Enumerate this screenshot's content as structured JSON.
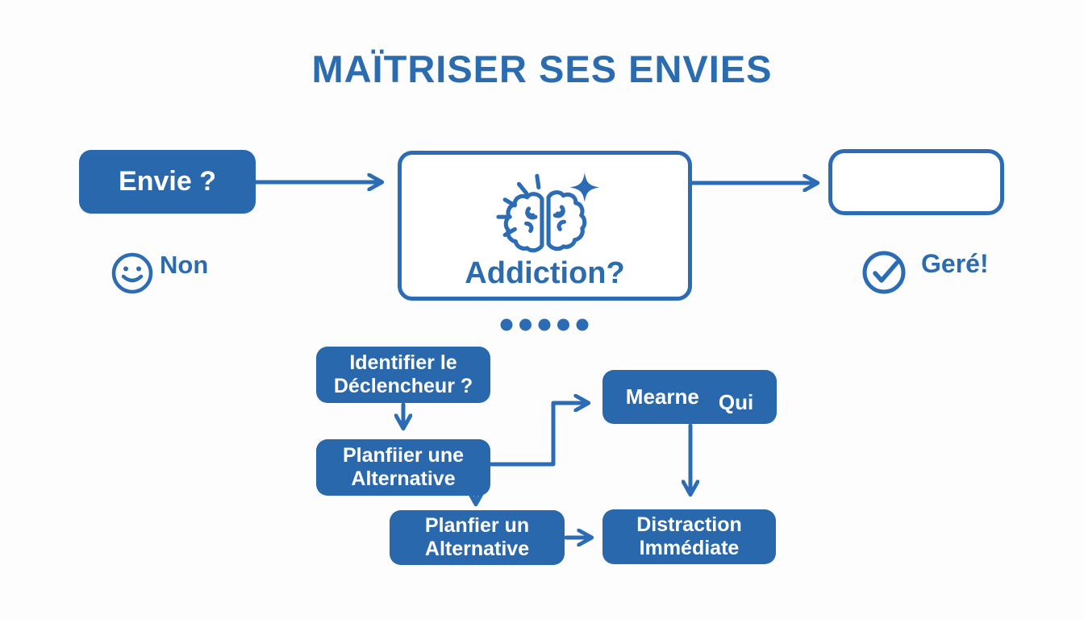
{
  "title": "MAÏTRISER SES ENVIES",
  "colors": {
    "primary": "#2b6cb0",
    "box_fill": "#2a68ae",
    "line": "#2b6cb5",
    "text_on_blue": "#ffffff",
    "background": "#fdfdfd"
  },
  "icons": {
    "center_icon": "brain-sparkle-icon",
    "left_caption_icon": "smiley-face-icon",
    "right_caption_icon": "check-circle-icon",
    "separator": "ellipsis-dots"
  },
  "top_row": {
    "envie_box": {
      "label": "Envie ?"
    },
    "addiction_box": {
      "label": "Addiction?"
    },
    "outcome_box": {
      "label": ""
    },
    "non_label": "Non",
    "gere_label": "Geré!"
  },
  "flow": {
    "identify_box": {
      "line1": "Identifier le",
      "line2": "Déclencheur ?"
    },
    "plan_une_box": {
      "line1": "Planfiier une",
      "line2": "Alternative"
    },
    "mearne_box": {
      "word1": "Mearne",
      "word2": "Qui"
    },
    "plan_un_box": {
      "line1": "Planfier un",
      "line2": "Alternative"
    },
    "distraction_box": {
      "line1": "Distraction",
      "line2": "Immédiate"
    }
  }
}
